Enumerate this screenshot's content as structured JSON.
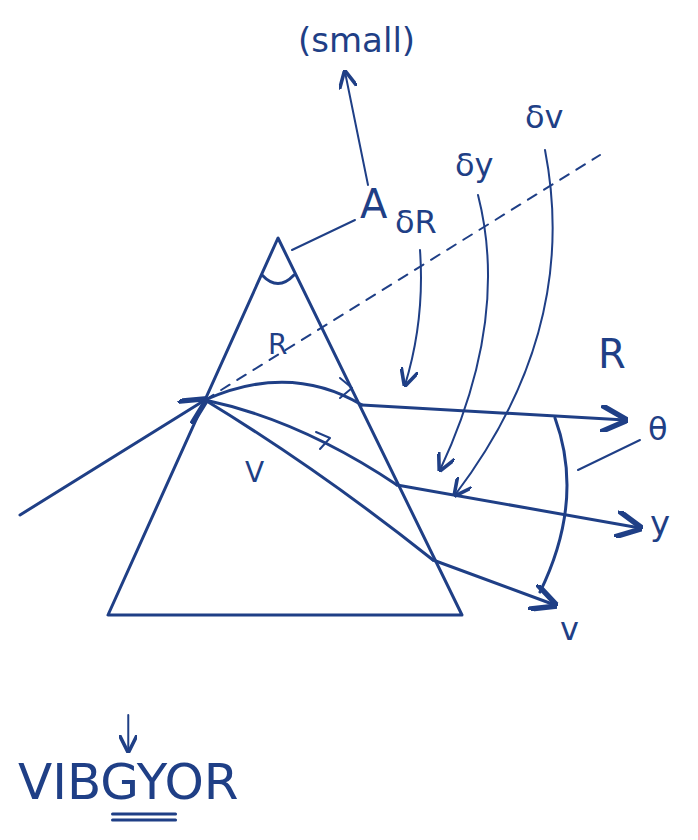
{
  "diagram": {
    "labels": [
      "(small)",
      "A",
      "δR",
      "δy",
      "δv",
      "R",
      "V",
      "R",
      "θ",
      "y",
      "v",
      "VIBGYOR"
    ]
  }
}
